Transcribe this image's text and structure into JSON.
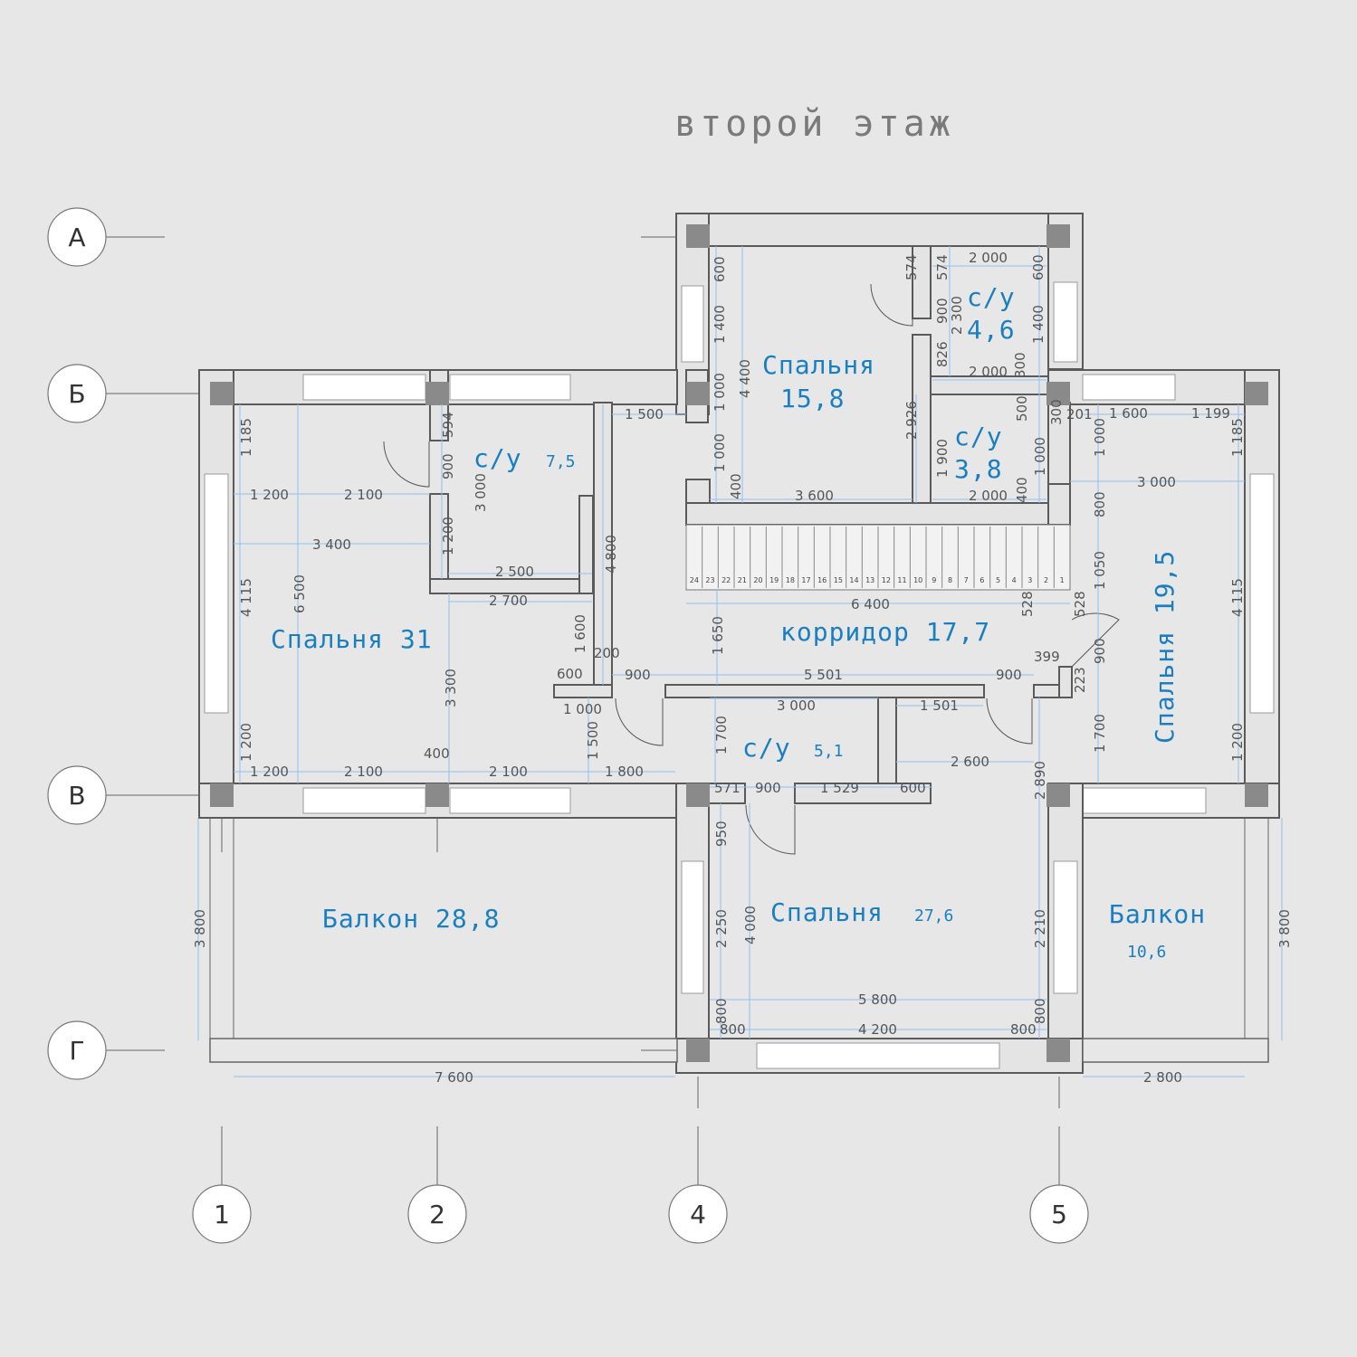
{
  "title": "второй этаж",
  "axes": {
    "rows": [
      "А",
      "Б",
      "В",
      "Г"
    ],
    "cols": [
      "1",
      "2",
      "4",
      "5"
    ]
  },
  "rooms": {
    "bedroom_top": {
      "name": "Спальня",
      "area": "15,8"
    },
    "wc_top": {
      "name": "с/у",
      "area": "4,6"
    },
    "wc_mid": {
      "name": "с/у",
      "area": "3,8"
    },
    "wc_left": {
      "name": "с/у",
      "area": "7,5"
    },
    "bedroom_left": {
      "name": "Спальня 31"
    },
    "corridor": {
      "name": "корридор 17,7"
    },
    "bedroom_right": {
      "name": "Спальня 19,5"
    },
    "wc_bottom": {
      "name": "с/у",
      "area": "5,1"
    },
    "bedroom_bottom": {
      "name": "Спальня",
      "area": "27,6"
    },
    "balcony_left": {
      "name": "Балкон 28,8"
    },
    "balcony_right": {
      "name": "Балкон",
      "area": "10,6"
    }
  },
  "stairs": {
    "steps": [
      "24",
      "23",
      "22",
      "21",
      "20",
      "19",
      "18",
      "17",
      "16",
      "15",
      "14",
      "13",
      "12",
      "11",
      "10",
      "9",
      "8",
      "7",
      "6",
      "5",
      "4",
      "3",
      "2",
      "1"
    ]
  },
  "dims": {
    "d2000a": "2 000",
    "d2000b": "2 000",
    "d2000c": "2 000",
    "d600a": "600",
    "d600b": "600",
    "d574a": "574",
    "d574b": "574",
    "d1400a": "1 400",
    "d1400b": "1 400",
    "d900a": "900",
    "d2300": "2 300",
    "d826": "826",
    "d300a": "300",
    "d4400": "4 400",
    "d1000a": "1 000",
    "d1000b": "1 000",
    "d2926": "2 926",
    "d500": "500",
    "d300b": "300",
    "d201": "201",
    "d1600": "1 600",
    "d1199": "1 199",
    "d1900": "1 900",
    "d1000c": "1 000",
    "d1000d": "1 000",
    "d3000a": "3 000",
    "d400a": "400",
    "d3600": "3 600",
    "d400b": "400",
    "d1500a": "1 500",
    "d1185a": "1 185",
    "d1185b": "1 185",
    "d594": "594",
    "d900b": "900",
    "d3000b": "3 000",
    "d1200a": "1 200",
    "d2100a": "2 100",
    "d3400": "3 400",
    "d6500": "6 500",
    "d1200b": "1 200",
    "d2500": "2 500",
    "d2700": "2 700",
    "d4800": "4 800",
    "d800a": "800",
    "d1050": "1 050",
    "d4115a": "4 115",
    "d4115b": "4 115",
    "d6400": "6 400",
    "d528a": "528",
    "d528b": "528",
    "d1600b": "1 600",
    "d1650": "1 650",
    "d200": "200",
    "d600c": "600",
    "d900c": "900",
    "d5501": "5 501",
    "d900d": "900",
    "d399": "399",
    "d223": "223",
    "d900e": "900",
    "d3300": "3 300",
    "d1000e": "1 000",
    "d3000c": "3 000",
    "d1501": "1 501",
    "d1500b": "1 500",
    "d1700a": "1 700",
    "d1700b": "1 700",
    "d1200c": "1 200",
    "d1200d": "1 200",
    "d400c": "400",
    "d2600": "2 600",
    "d1200e": "1 200",
    "d2100b": "2 100",
    "d2100c": "2 100",
    "d1800": "1 800",
    "d2890": "2 890",
    "d571": "571",
    "d900f": "900",
    "d1529": "1 529",
    "d600d": "600",
    "d950": "950",
    "d3800a": "3 800",
    "d3800b": "3 800",
    "d2250": "2 250",
    "d4000": "4 000",
    "d2210": "2 210",
    "d5800": "5 800",
    "d800b": "800",
    "d800c": "800",
    "d800d": "800",
    "d4200": "4 200",
    "d800e": "800",
    "d7600": "7 600",
    "d2800": "2 800"
  },
  "colors": {
    "room_label": "#1a7fc1",
    "dim_line": "#8fc1ef",
    "wall": "#e4e4e4",
    "column": "#8a8a8a"
  }
}
